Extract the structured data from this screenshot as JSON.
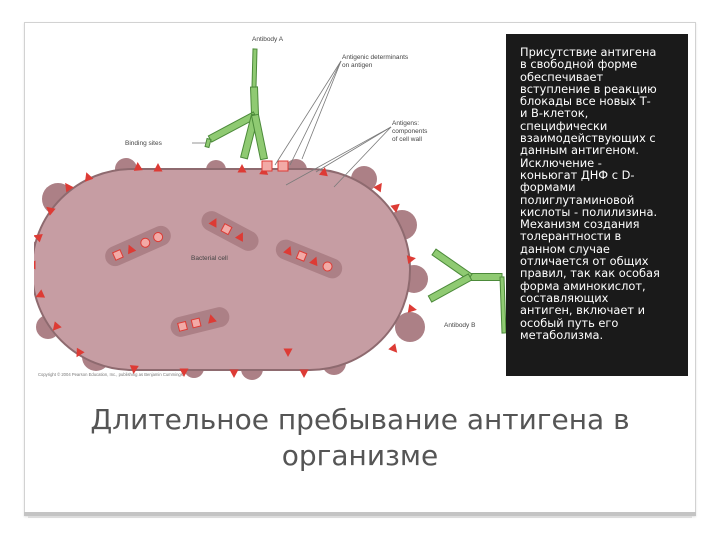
{
  "diagram": {
    "labels": {
      "antibody_a": "Antibody A",
      "antigenic_determinants": [
        "Antigenic determinants",
        "on antigen"
      ],
      "binding_sites": "Binding sites",
      "antigens_components": [
        "Antigens:",
        "components",
        "of cell wall"
      ],
      "bacterial_cell": "Bacterial cell",
      "antibody_b": "Antibody B",
      "copyright": "Copyright © 2004 Pearson Education, Inc., publishing as Benjamin Cummings."
    },
    "colors": {
      "cell_fill": "#c69da3",
      "cell_stroke": "#8e6a6f",
      "bump": "#ac8086",
      "antigen_red": "#dd3b35",
      "determinant_pink": "#f2aaa6",
      "antibody_green": "#8fca72",
      "antibody_stroke": "#4c8a3a",
      "leader": "#7a7a7a"
    }
  },
  "panel": {
    "lines": [
      "Присутствие антигена",
      "в свободной форме",
      "обеспечивает",
      "вступление в реакцию",
      "блокады все новых Т-",
      "и В-клеток,",
      "специфически",
      "взаимодействующих с",
      "данным антигеном.",
      "Исключение -",
      "коньюгат ДНФ с D-",
      "формами",
      "полиглутаминовой",
      "кислоты - полилизина.",
      "Механизм создания",
      "толерантности в",
      "данном случае",
      "отличается от общих",
      "правил, так как особая",
      "форма аминокислот,",
      "составляющих",
      "антиген, включает и",
      "особый путь его",
      "метаболизма."
    ]
  },
  "caption": {
    "lines": [
      "Длительное пребывание антигена в",
      "организме"
    ]
  }
}
